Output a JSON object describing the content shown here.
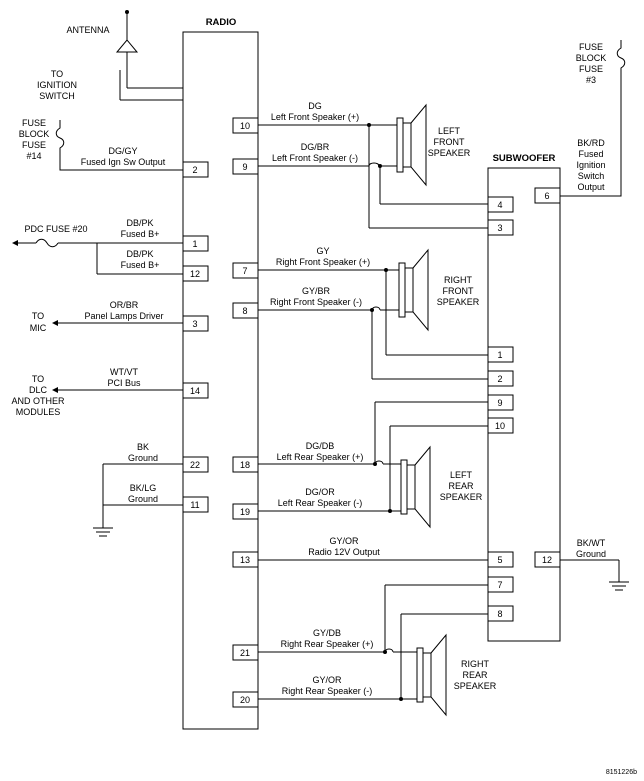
{
  "diagram": {
    "radio_title": "RADIO",
    "subwoofer_title": "SUBWOOFER",
    "antenna": "ANTENNA",
    "ignition_switch": [
      "TO",
      "IGNITION",
      "SWITCH"
    ],
    "fuse_14": [
      "FUSE",
      "BLOCK",
      "FUSE",
      "#14"
    ],
    "fuse_3": [
      "FUSE",
      "BLOCK",
      "FUSE",
      "#3"
    ],
    "pdc_fuse": "PDC FUSE #20",
    "to_mic": [
      "TO",
      "MIC"
    ],
    "to_dlc": [
      "TO",
      "DLC",
      "AND OTHER",
      "MODULES"
    ],
    "speakers": {
      "left_front": [
        "LEFT",
        "FRONT",
        "SPEAKER"
      ],
      "right_front": [
        "RIGHT",
        "FRONT",
        "SPEAKER"
      ],
      "left_rear": [
        "LEFT",
        "REAR",
        "SPEAKER"
      ],
      "right_rear": [
        "RIGHT",
        "REAR",
        "SPEAKER"
      ]
    },
    "wires": {
      "dg_gy": [
        "DG/GY",
        "Fused Ign Sw Output"
      ],
      "db_pk_1": [
        "DB/PK",
        "Fused B+"
      ],
      "db_pk_12": [
        "DB/PK",
        "Fused B+"
      ],
      "or_br": [
        "OR/BR",
        "Panel Lamps Driver"
      ],
      "wt_vt": [
        "WT/VT",
        "PCI Bus"
      ],
      "bk": [
        "BK",
        "Ground"
      ],
      "bk_lg": [
        "BK/LG",
        "Ground"
      ],
      "dg": [
        "DG",
        "Left Front Speaker (+)"
      ],
      "dg_br": [
        "DG/BR",
        "Left Front Speaker (-)"
      ],
      "gy": [
        "GY",
        "Right Front Speaker (+)"
      ],
      "gy_br": [
        "GY/BR",
        "Right Front Speaker (-)"
      ],
      "dg_db": [
        "DG/DB",
        "Left Rear Speaker (+)"
      ],
      "dg_or": [
        "DG/OR",
        "Left Rear Speaker (-)"
      ],
      "gy_or_12v": [
        "GY/OR",
        "Radio 12V Output"
      ],
      "gy_db": [
        "GY/DB",
        "Right Rear Speaker (+)"
      ],
      "gy_or_rr": [
        "GY/OR",
        "Right Rear Speaker (-)"
      ],
      "bk_rd": [
        "BK/RD",
        "Fused",
        "Ignition",
        "Switch",
        "Output"
      ],
      "bk_wt": [
        "BK/WT",
        "Ground"
      ]
    },
    "radio_pins": {
      "p10": "10",
      "p9": "9",
      "p2": "2",
      "p1": "1",
      "p12": "12",
      "p7": "7",
      "p8": "8",
      "p3": "3",
      "p14": "14",
      "p22": "22",
      "p18": "18",
      "p11": "11",
      "p19": "19",
      "p13": "13",
      "p21": "21",
      "p20": "20"
    },
    "sub_pins": {
      "p6": "6",
      "p4": "4",
      "p3": "3",
      "p1": "1",
      "p2": "2",
      "p9": "9",
      "p10": "10",
      "p5": "5",
      "p12": "12",
      "p7": "7",
      "p8": "8"
    },
    "figure_id": "8151226b"
  }
}
